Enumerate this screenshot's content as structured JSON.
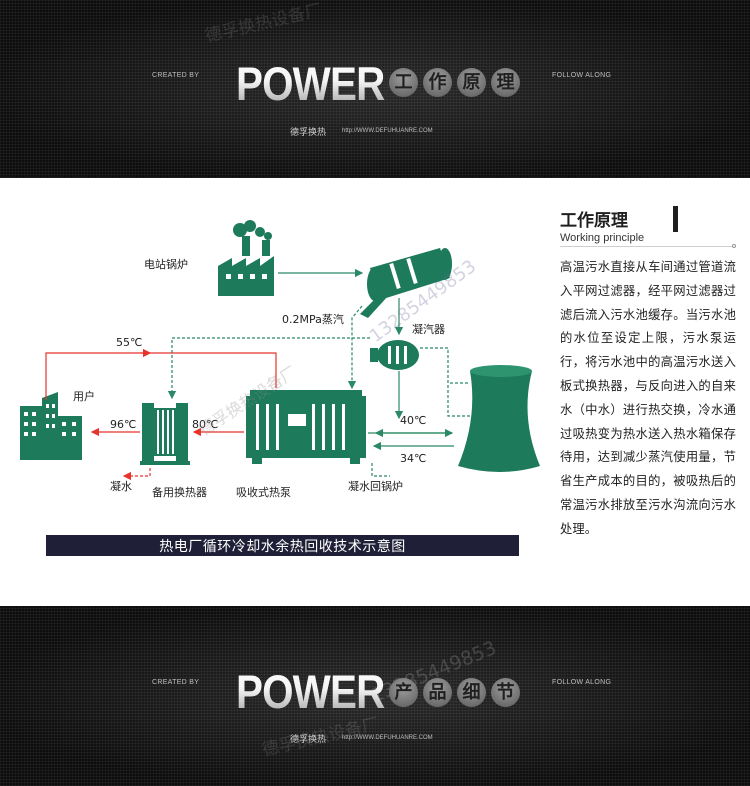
{
  "header": {
    "created_by": "CREATED BY",
    "power": "POWER",
    "title_chars": [
      "工",
      "作",
      "原",
      "理"
    ],
    "follow_along": "FOLLOW ALONG",
    "brand": "德孚换热",
    "url": "http://WWW.DEFUHUANRE.COM",
    "watermark": "德孚换热设备厂"
  },
  "diagram": {
    "labels": {
      "power_station_boiler": "电站锅炉",
      "steam": "0.2MPa蒸汽",
      "condenser": "凝汽器",
      "temp_55": "55℃",
      "user": "用户",
      "temp_96": "96℃",
      "temp_80": "80℃",
      "temp_40": "40℃",
      "temp_34": "34℃",
      "condensate_water": "凝水",
      "standby_exchanger": "备用换热器",
      "absorption_heat_pump": "吸收式热泵",
      "condensate_return": "凝水回锅炉"
    },
    "caption": "热电厂循环冷却水余热回收技术示意图",
    "watermark_phone": "13285449853",
    "watermark_text": "德孚换热设备厂"
  },
  "panel": {
    "title": "工作原理",
    "subtitle": "Working principle",
    "body": "高温污水直接从车间通过管道流入平网过滤器，经平网过滤器过滤后流入污水池缓存。当污水池的水位至设定上限，污水泵运行，将污水池中的高温污水送入板式换热器，与反向进入的自来水（中水）进行热交换，冷水通过吸热变为热水送入热水箱保存待用，达到减少蒸汽使用量，节省生产成本的目的，被吸热后的常温污水排放至污水沟流向污水处理。"
  },
  "footer": {
    "created_by": "CREATED BY",
    "power": "POWER",
    "title_chars": [
      "产",
      "品",
      "细",
      "节"
    ],
    "follow_along": "FOLLOW ALONG",
    "brand": "德孚换热",
    "url": "http://WWW.DEFUHUANRE.COM",
    "watermark_phone": "13285449853",
    "watermark_text": "德孚换热设备厂"
  },
  "colors": {
    "equipment_green": "#1d7a5a",
    "hot_line_red": "#e8332c",
    "flow_line_green": "#2a8a66",
    "caption_bg": "#1f1f37"
  }
}
